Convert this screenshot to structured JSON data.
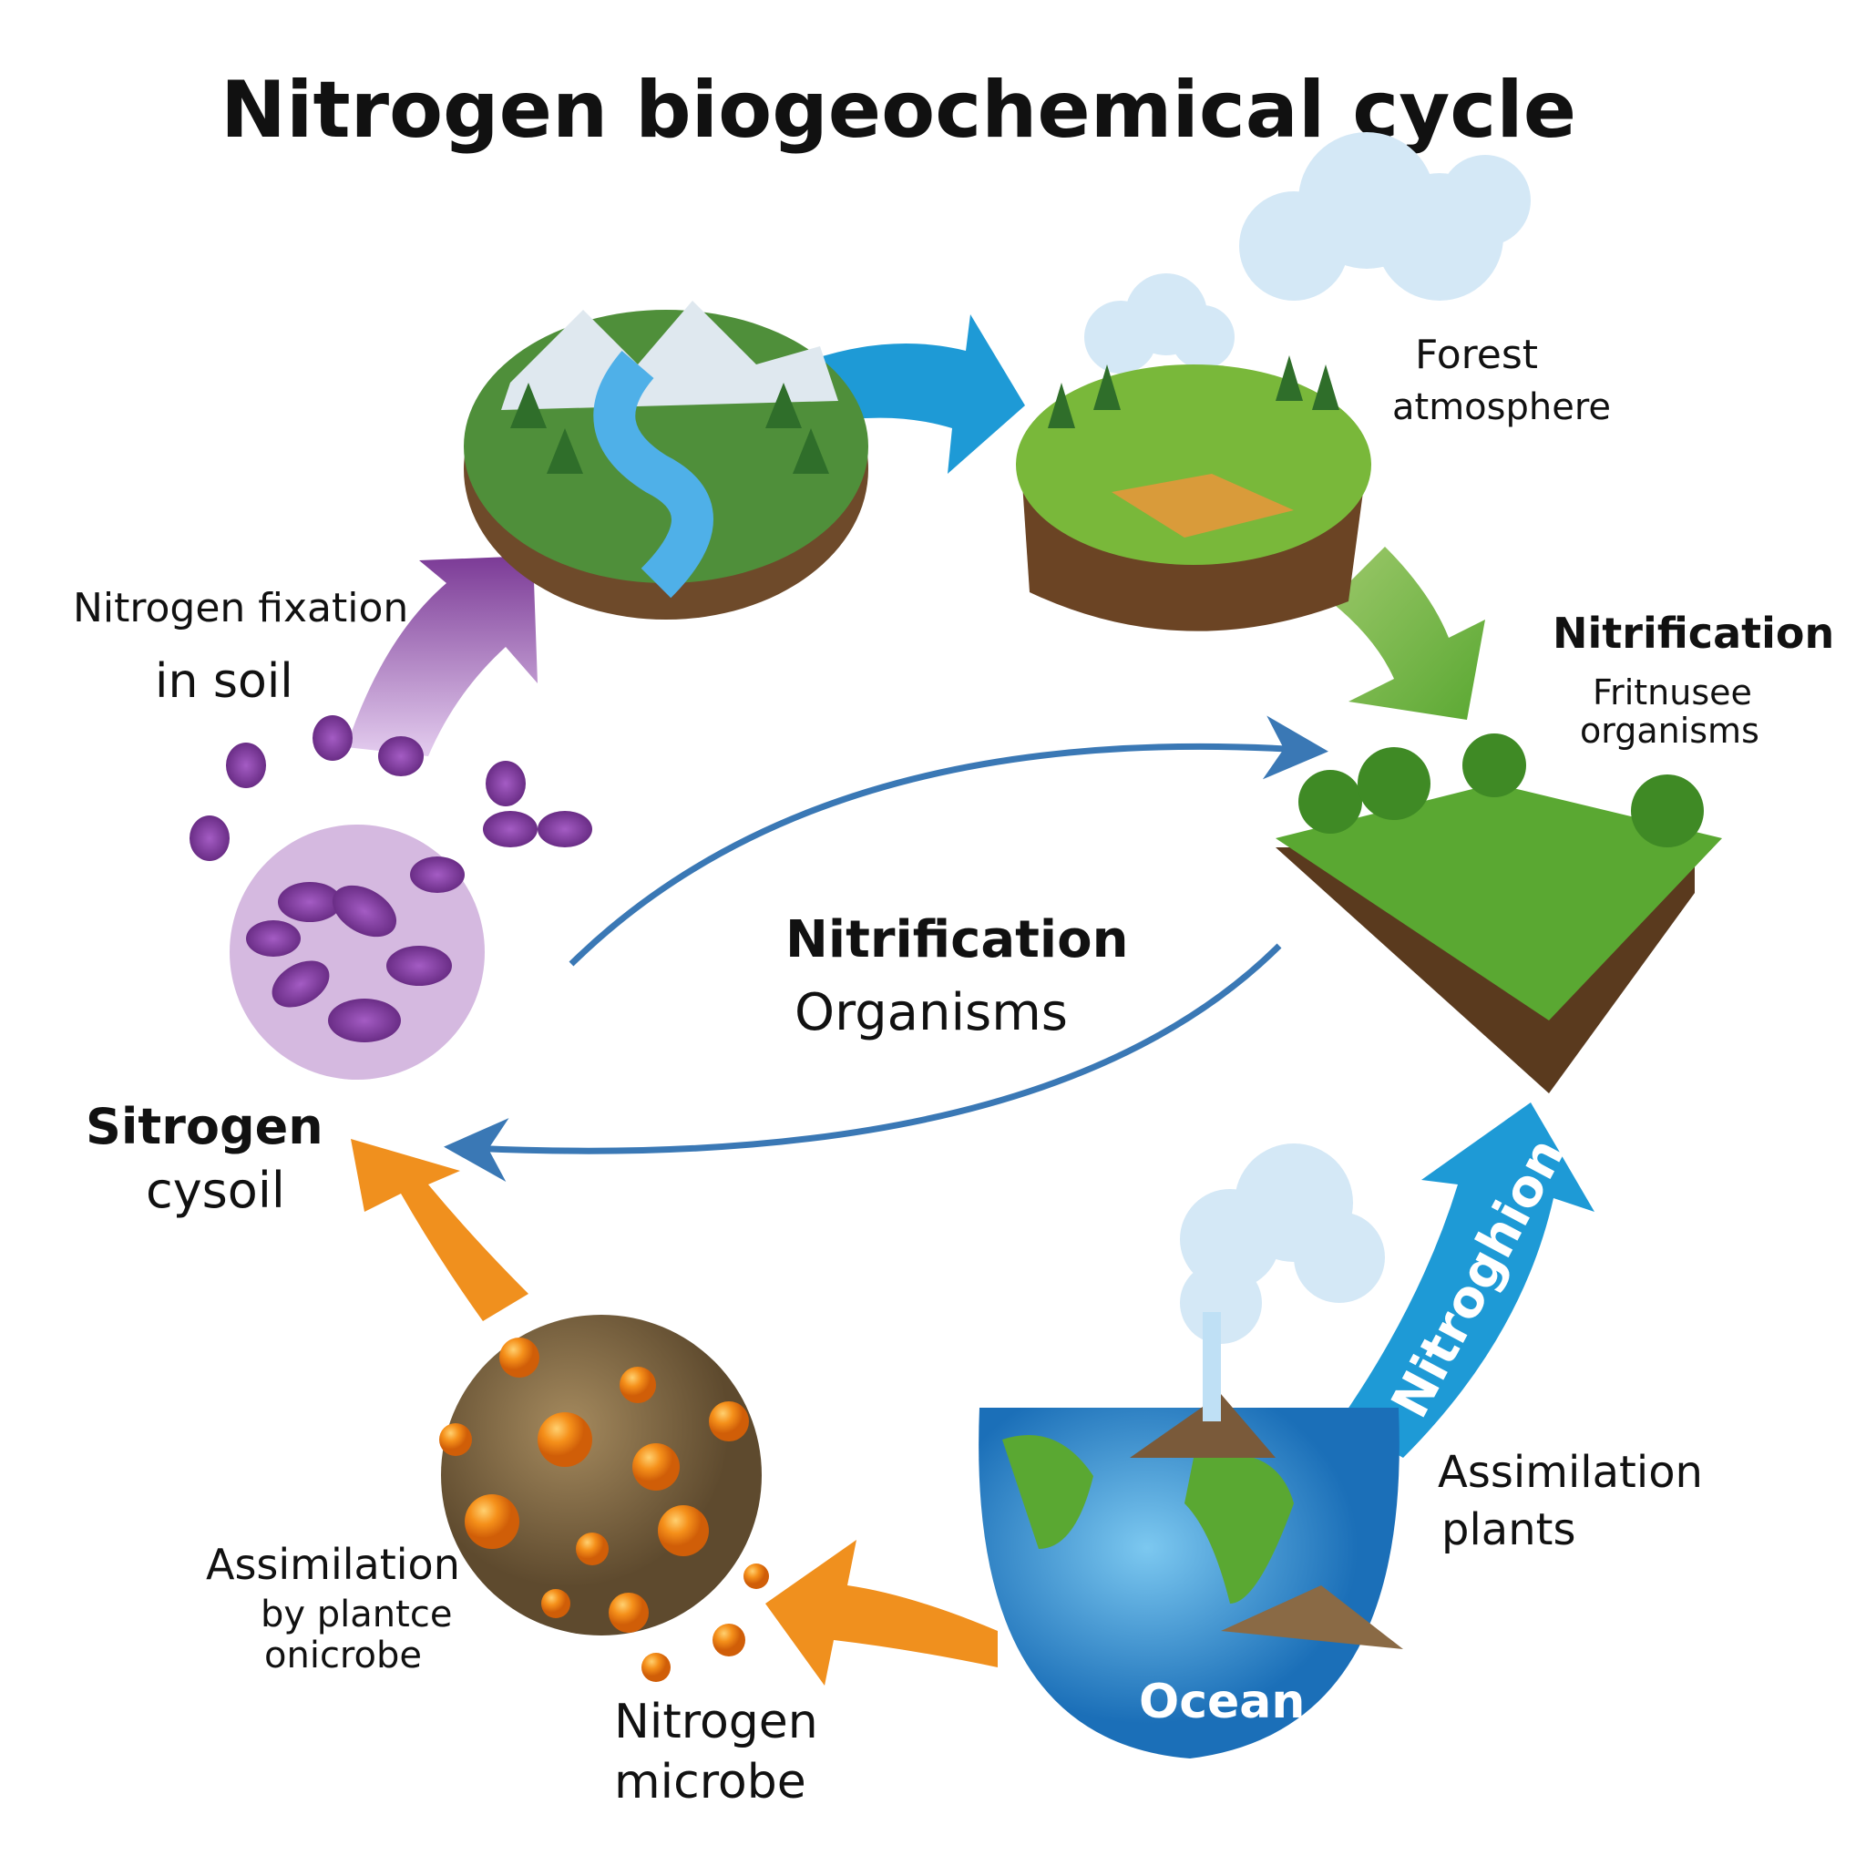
{
  "title": "Nitrogen biogeochemical cycle",
  "labels": {
    "forest": "Forest",
    "atmosphere": "atmosphere",
    "nitrification_right": "Nitrification",
    "fritnusee": "Fritnusee",
    "organisms_right": "organisms",
    "fixation": "Nitrogen fixation",
    "in_soil": "in soil",
    "center_line1": "Nitrification",
    "center_line2": "Organisms",
    "sitrogen": "Sitrogen",
    "cysoil": "cysoil",
    "assim_plants_1": "Assimilation",
    "assim_plants_2": "plants",
    "assim_left_1": "Assimilation",
    "assim_left_2": "by plantce",
    "assim_left_3": "onicrobe",
    "microbe_1": "Nitrogen",
    "microbe_2": "microbe",
    "ocean": "Ocean",
    "arrow_text": "Nitroghion"
  },
  "colors": {
    "blue": "#1e9ad6",
    "green": "#6db33f",
    "purple": "#7b3a96",
    "orange": "#f0901e",
    "line_blue": "#3a78b5"
  }
}
